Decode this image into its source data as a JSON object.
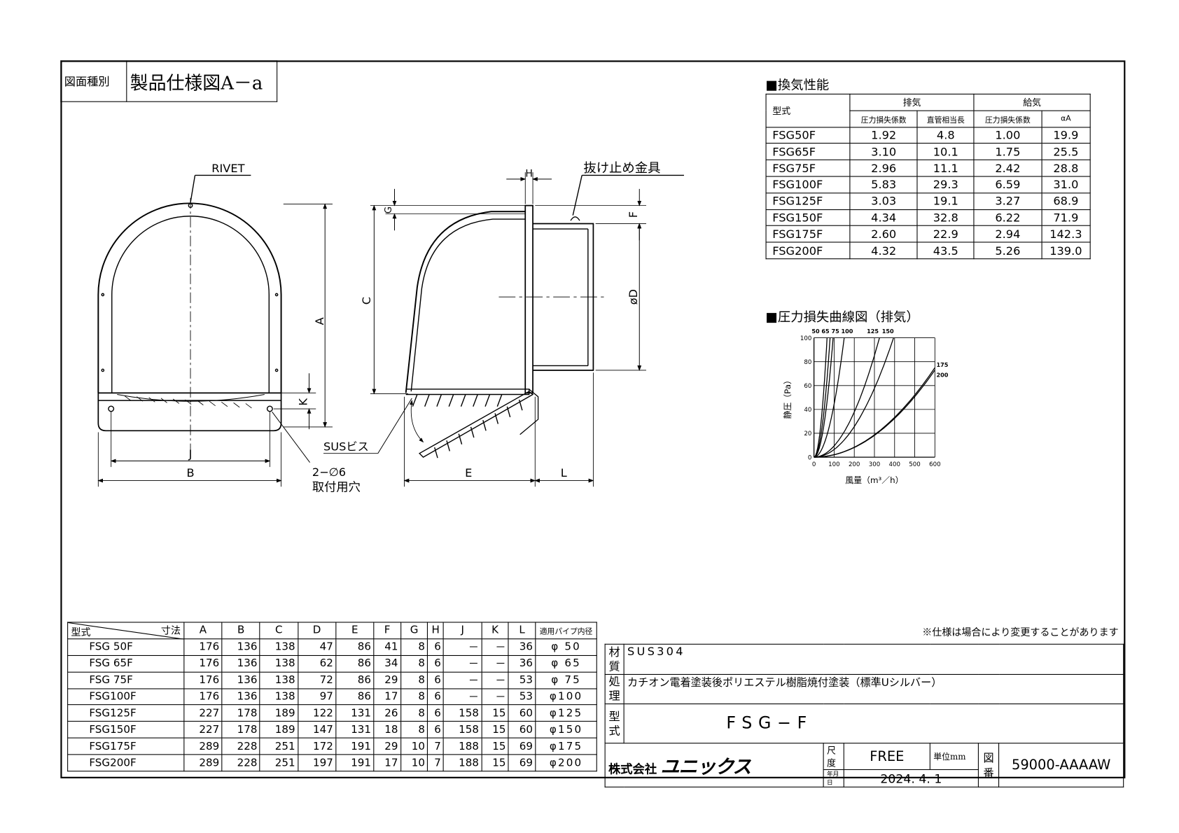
{
  "header": {
    "kind_label": "図面種別",
    "kind_value": "製品仕様図A－a"
  },
  "drawing": {
    "labels": {
      "rivet": "RIVET",
      "a": "A",
      "b": "B",
      "j": "J",
      "k": "K",
      "c": "C",
      "e": "E",
      "l": "L",
      "g": "G",
      "h": "H",
      "f": "F",
      "d": "øD",
      "sus_screw": "SUSビス",
      "retainer": "抜け止め金具",
      "holes": "2−∅6",
      "holes_sub": "取付用穴"
    }
  },
  "performance": {
    "title": "■換気性能",
    "col_model": "型式",
    "exhaust": "排気",
    "supply": "給気",
    "sub": [
      "圧力損失係数",
      "直管相当長",
      "圧力損失係数",
      "αA"
    ],
    "rows": [
      [
        "FSG50F",
        "1.92",
        "4.8",
        "1.00",
        "19.9"
      ],
      [
        "FSG65F",
        "3.10",
        "10.1",
        "1.75",
        "25.5"
      ],
      [
        "FSG75F",
        "2.96",
        "11.1",
        "2.42",
        "28.8"
      ],
      [
        "FSG100F",
        "5.83",
        "29.3",
        "6.59",
        "31.0"
      ],
      [
        "FSG125F",
        "3.03",
        "19.1",
        "3.27",
        "68.9"
      ],
      [
        "FSG150F",
        "4.34",
        "32.8",
        "6.22",
        "71.9"
      ],
      [
        "FSG175F",
        "2.60",
        "22.9",
        "2.94",
        "142.3"
      ],
      [
        "FSG200F",
        "4.32",
        "43.5",
        "5.26",
        "139.0"
      ]
    ]
  },
  "chart_data": {
    "type": "line",
    "title": "■圧力損失曲線図（排気）",
    "xlabel": "風量（m³／h）",
    "ylabel": "静圧（Pa）",
    "xlim": [
      0,
      600
    ],
    "ylim": [
      0,
      100
    ],
    "grid": true,
    "xticks": [
      "0",
      "100",
      "200",
      "300",
      "400",
      "500",
      "600"
    ],
    "yticks": [
      "0",
      "20",
      "40",
      "60",
      "80",
      "100"
    ],
    "series": [
      {
        "name": "50",
        "x": [
          0,
          20,
          40,
          55,
          65
        ],
        "y": [
          0,
          9.5,
          38,
          72,
          100
        ]
      },
      {
        "name": "65",
        "x": [
          0,
          20,
          40,
          60,
          80
        ],
        "y": [
          0,
          6.3,
          25,
          56,
          100
        ]
      },
      {
        "name": "75",
        "x": [
          0,
          25,
          50,
          75,
          95
        ],
        "y": [
          0,
          6.9,
          27.7,
          62.3,
          100
        ]
      },
      {
        "name": "100",
        "x": [
          0,
          50,
          100,
          125,
          150
        ],
        "y": [
          0,
          11,
          44,
          69,
          100
        ]
      },
      {
        "name": "125",
        "x": [
          0,
          100,
          200,
          300,
          325
        ],
        "y": [
          0,
          9.5,
          38,
          85,
          100
        ]
      },
      {
        "name": "150",
        "x": [
          0,
          100,
          200,
          300,
          395
        ],
        "y": [
          0,
          6.4,
          25.6,
          57.7,
          100
        ]
      },
      {
        "name": "175",
        "x": [
          0,
          150,
          300,
          450,
          600
        ],
        "y": [
          0,
          4.7,
          18.8,
          42.2,
          75
        ]
      },
      {
        "name": "200",
        "x": [
          0,
          150,
          300,
          450,
          600
        ],
        "y": [
          0,
          4.6,
          18.3,
          41,
          73
        ]
      }
    ]
  },
  "dimensions": {
    "corner_dim": "寸法",
    "corner_model": "型式",
    "cols": [
      "A",
      "B",
      "C",
      "D",
      "E",
      "F",
      "G",
      "H",
      "J",
      "K",
      "L",
      "適用パイプ内径"
    ],
    "rows": [
      [
        "FSG 50F",
        "176",
        "136",
        "138",
        "47",
        "86",
        "41",
        "8",
        "6",
        "－",
        "－",
        "36",
        "φ 50"
      ],
      [
        "FSG 65F",
        "176",
        "136",
        "138",
        "62",
        "86",
        "34",
        "8",
        "6",
        "－",
        "－",
        "36",
        "φ 65"
      ],
      [
        "FSG 75F",
        "176",
        "136",
        "138",
        "72",
        "86",
        "29",
        "8",
        "6",
        "－",
        "－",
        "53",
        "φ 75"
      ],
      [
        "FSG100F",
        "176",
        "136",
        "138",
        "97",
        "86",
        "17",
        "8",
        "6",
        "－",
        "－",
        "53",
        "φ100"
      ],
      [
        "FSG125F",
        "227",
        "178",
        "189",
        "122",
        "131",
        "26",
        "8",
        "6",
        "158",
        "15",
        "60",
        "φ125"
      ],
      [
        "FSG150F",
        "227",
        "178",
        "189",
        "147",
        "131",
        "18",
        "8",
        "6",
        "158",
        "15",
        "60",
        "φ150"
      ],
      [
        "FSG175F",
        "289",
        "228",
        "251",
        "172",
        "191",
        "29",
        "10",
        "7",
        "188",
        "15",
        "69",
        "φ175"
      ],
      [
        "FSG200F",
        "289",
        "228",
        "251",
        "197",
        "191",
        "17",
        "10",
        "7",
        "188",
        "15",
        "69",
        "φ200"
      ]
    ]
  },
  "titleblock": {
    "note": "※仕様は場合により変更することがあります",
    "material_label": "材質",
    "material": "SUS304",
    "finish_label": "処理",
    "finish": "カチオン電着塗装後ポリエステル樹脂焼付塗装（標準Uシルバー）",
    "model_label": "型式",
    "model": "FSG−F",
    "company_prefix": "株式会社",
    "company": "ユニックス",
    "scale_label": "尺度",
    "scale": "FREE",
    "unit": "単位mm",
    "date_label": "年月日",
    "date": "2024. 4. 1",
    "dwg_no_label": "図番",
    "dwg_no": "59000-AAAAW"
  }
}
